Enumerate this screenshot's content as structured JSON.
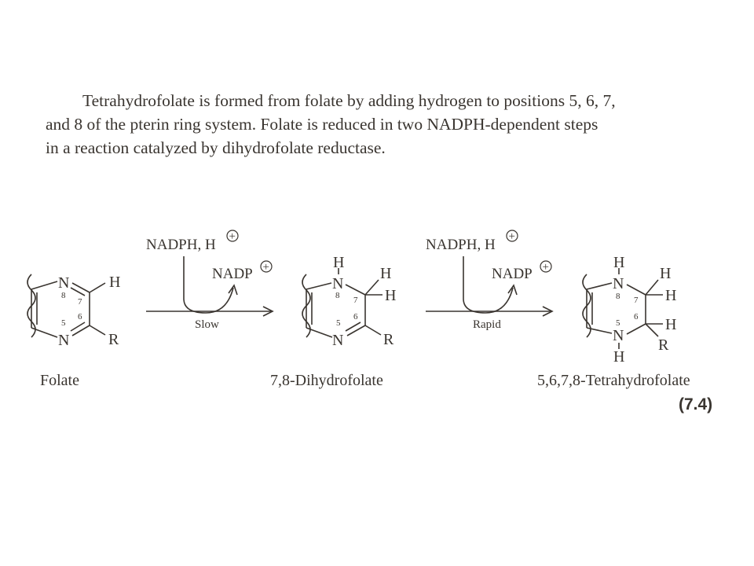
{
  "paragraph": {
    "lines": [
      "Tetrahydrofolate is formed from folate by adding hydrogen to positions 5, 6, 7,",
      "and 8 of the pterin ring system. Folate is reduced in two NADPH-dependent steps",
      "in a reaction catalyzed by dihydrofolate reductase."
    ]
  },
  "reaction": {
    "compounds": [
      "Folate",
      "7,8-Dihydrofolate",
      "5,6,7,8-Tetrahydrofolate"
    ],
    "steps": [
      {
        "reagent_in": "NADPH, H",
        "reagent_out": "NADP",
        "rate": "Slow"
      },
      {
        "reagent_in": "NADPH, H",
        "reagent_out": "NADP",
        "rate": "Rapid"
      }
    ],
    "equation_number": "(7.4)",
    "atoms": {
      "N": "N",
      "H": "H",
      "R": "R"
    },
    "positions": {
      "p5": "5",
      "p6": "6",
      "p7": "7",
      "p8": "8"
    },
    "charge": "+"
  }
}
